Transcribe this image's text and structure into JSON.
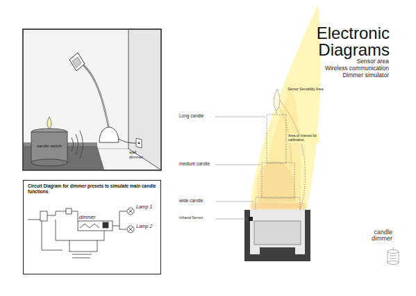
{
  "diagram": {
    "title": "Electronic Diagrams",
    "nodes": [
      {
        "text": [
          "candle switch"
        ]
      },
      {
        "text": [
          "Circuit Diagram for dimmer presets to simulate main candle functions"
        ]
      }
    ],
    "labels": [
      "wall dimmer",
      "dimmer",
      "Lamp 1",
      "Lamp 2",
      "Sensor area",
      "Wireless communication",
      "Dimmer simulator",
      "Sensor Sensibility Area",
      "Long candle",
      "Area of interest for calibration",
      "medium candle",
      "wide candle",
      "Infrared Sensor",
      "candle dimmer"
    ]
  }
}
